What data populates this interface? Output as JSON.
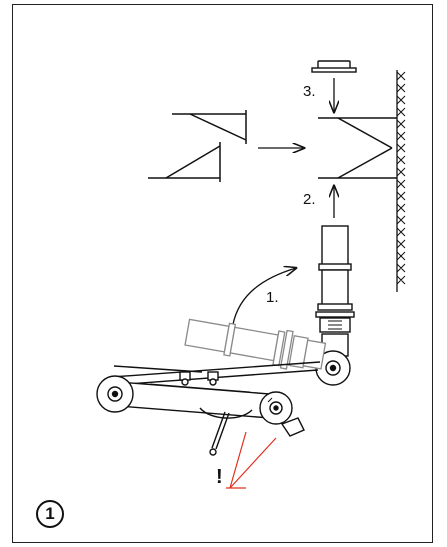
{
  "figure": {
    "number": "1"
  },
  "steps": {
    "step1": "1.",
    "step2": "2.",
    "step3": "3."
  },
  "warning": {
    "symbol": "!"
  },
  "colors": {
    "line": "#111111",
    "warning_lines": "#e0301e",
    "tube_fill": "#ffffff",
    "tube_ghost": "#9a9a9a"
  }
}
